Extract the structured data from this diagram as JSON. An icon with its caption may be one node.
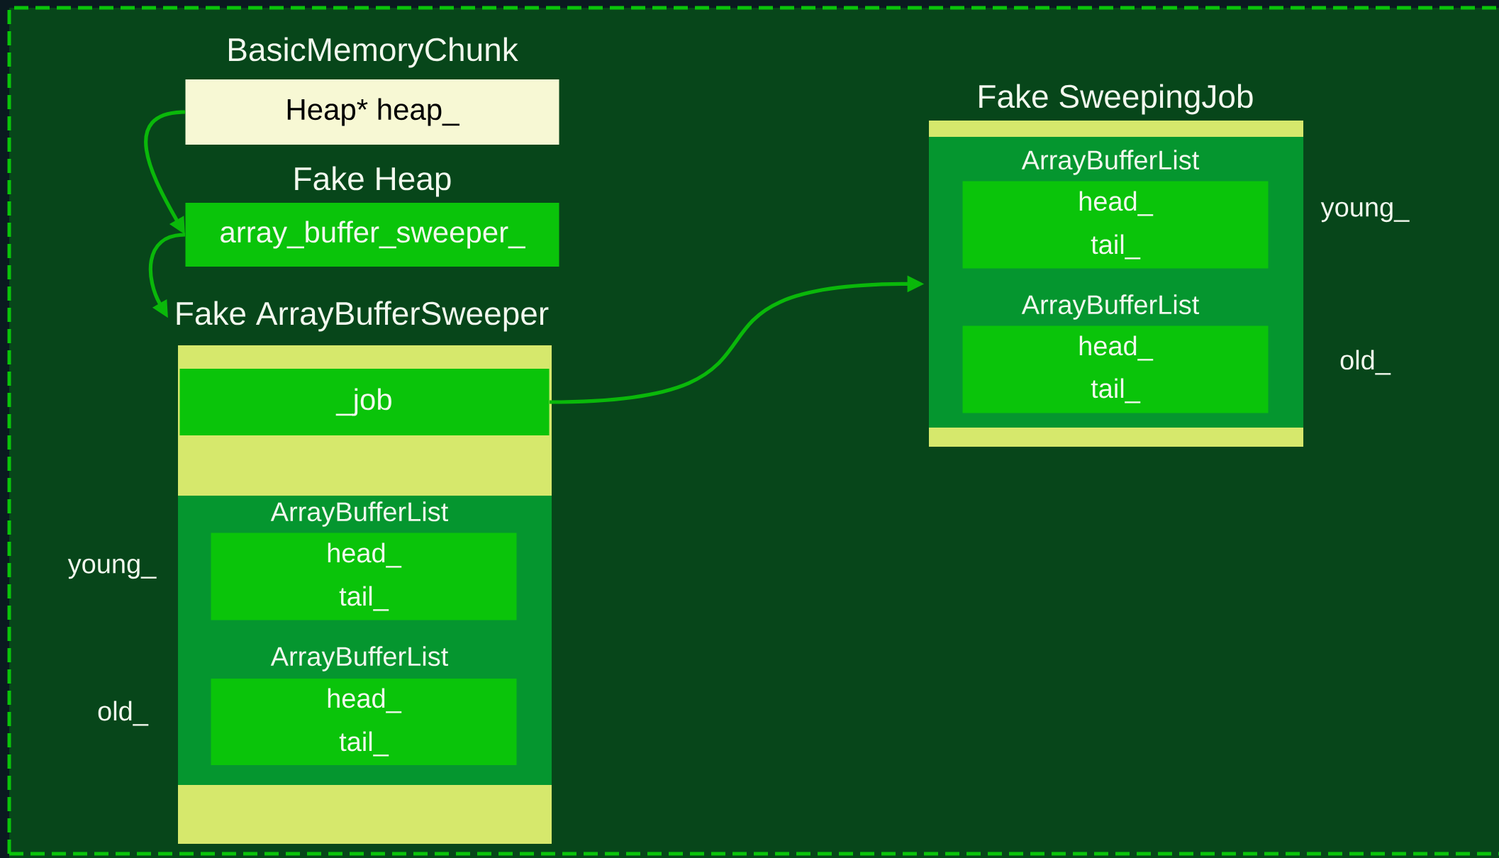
{
  "diagram": {
    "nodes": [
      {
        "text": [
          "BasicMemoryChunk",
          "Heap* heap_"
        ]
      },
      {
        "text": [
          "Fake Heap",
          "array_buffer_sweeper_"
        ]
      },
      {
        "text": [
          "Fake ArrayBufferSweeper"
        ]
      },
      {
        "text": [
          "_job"
        ],
        "in": 2
      },
      {
        "text": [
          "ArrayBufferList",
          "head_",
          "tail_"
        ],
        "in": 2
      },
      {
        "text": [
          "ArrayBufferList",
          "head_",
          "tail_"
        ],
        "in": 2
      },
      {
        "text": [
          "Fake SweepingJob"
        ]
      },
      {
        "text": [
          "ArrayBufferList",
          "head_",
          "tail_"
        ],
        "in": 6
      },
      {
        "text": [
          "ArrayBufferList",
          "head_",
          "tail_"
        ],
        "in": 6
      }
    ],
    "edges": [
      {
        "from": 0,
        "to": 1,
        "arrow": "to"
      },
      {
        "from": 1,
        "to": 2,
        "arrow": "to"
      },
      {
        "from": 3,
        "to": 6,
        "arrow": "to"
      }
    ],
    "labels": [
      "young_",
      "old_",
      "young_",
      "old_"
    ]
  }
}
